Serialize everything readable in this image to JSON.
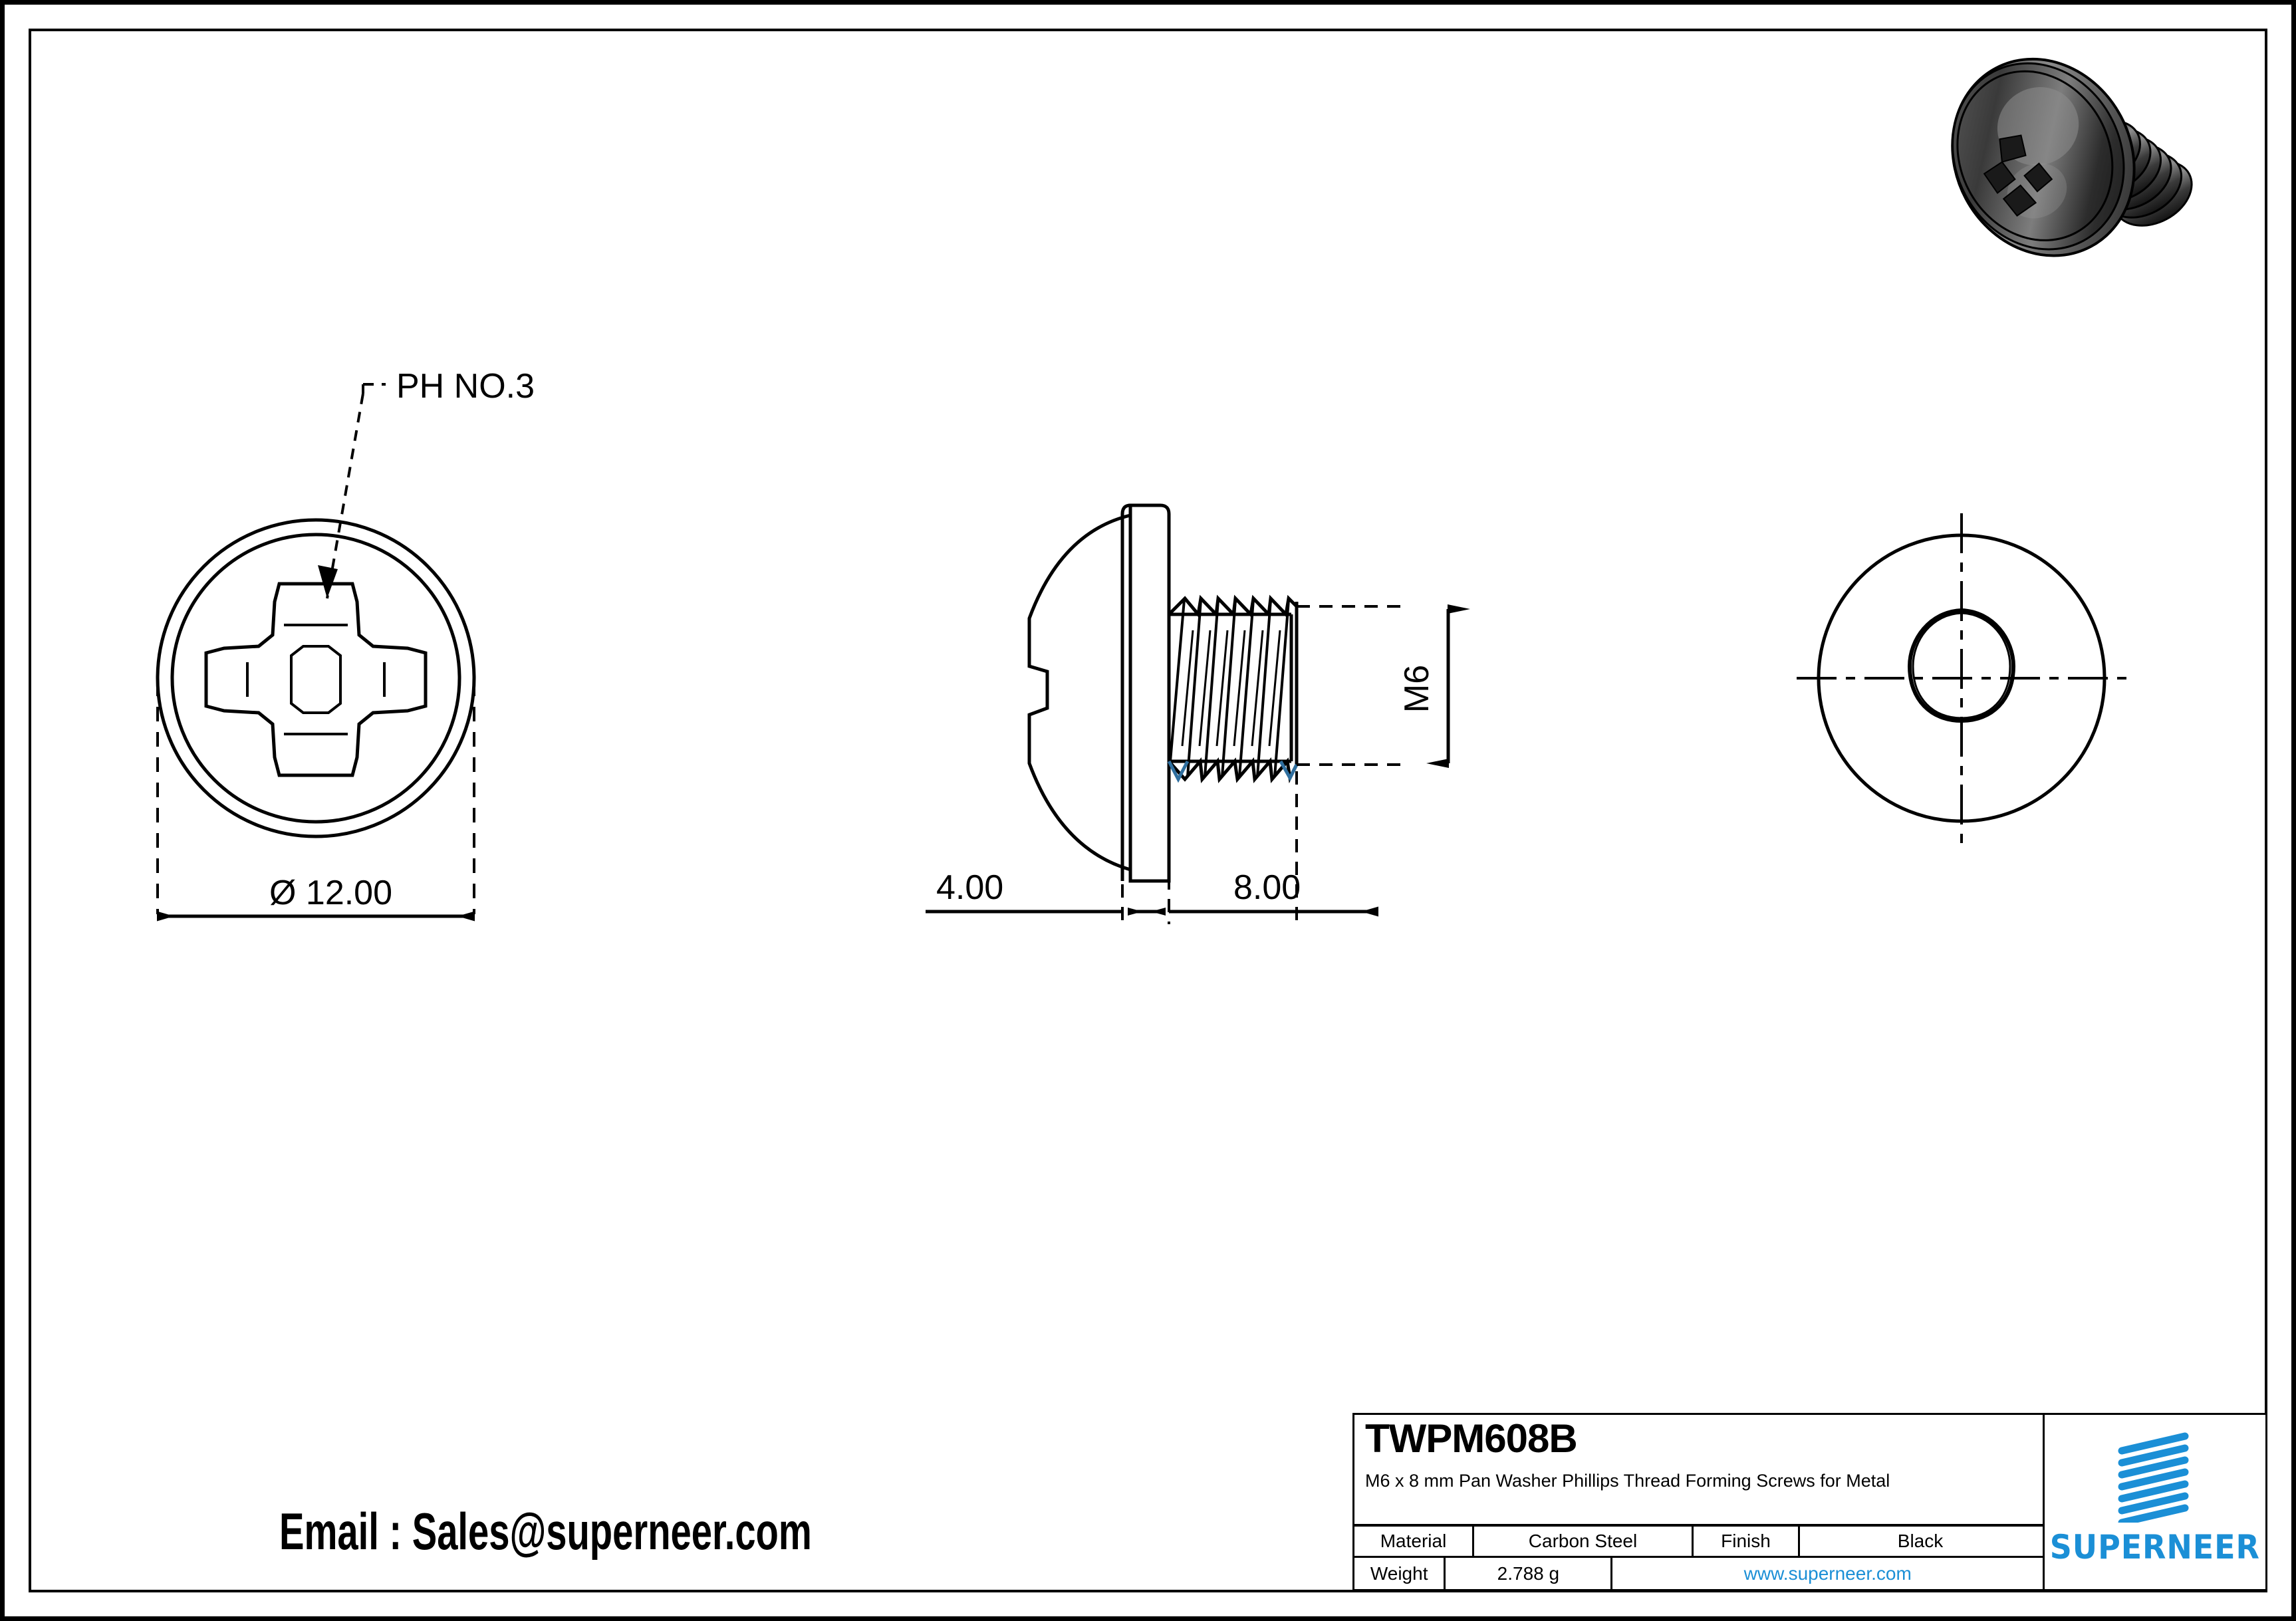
{
  "sheet": {
    "background": "#ffffff",
    "line_color": "#000000",
    "accent_color": "#1b8fd6",
    "thread_highlight_color": "#2f6f9f"
  },
  "views": {
    "top_view": {
      "name": "top-view-phillips-head",
      "leader_label": "PH NO.3",
      "dimension_label": "Ø 12.00",
      "outer_diameter_text": "12.00",
      "recess_type": "phillips-cross"
    },
    "side_view": {
      "name": "side-view-screw",
      "thread_label": "M6",
      "head_height_dim": "4.00",
      "thread_length_dim": "8.00"
    },
    "bottom_view": {
      "name": "bottom-view-trilobular",
      "profile": "trilobular"
    },
    "render": {
      "name": "isometric-render",
      "description": "black pan washer phillips screw"
    }
  },
  "contact": {
    "email_line": "Email : Sales@superneer.com"
  },
  "title_block": {
    "part_number": "TWPM608B",
    "description": "M6 x 8 mm Pan Washer Phillips Thread Forming Screws for Metal",
    "rows": [
      {
        "label": "Material",
        "value": "Carbon Steel",
        "label2": "Finish",
        "value2": "Black"
      },
      {
        "label": "Weight",
        "value": "2.788 g",
        "website": "www.superneer.com"
      }
    ],
    "material_label": "Material",
    "material_value": "Carbon Steel",
    "finish_label": "Finish",
    "finish_value": "Black",
    "weight_label": "Weight",
    "weight_value": "2.788 g",
    "website": "www.superneer.com",
    "brand": "SUPERNEER"
  }
}
